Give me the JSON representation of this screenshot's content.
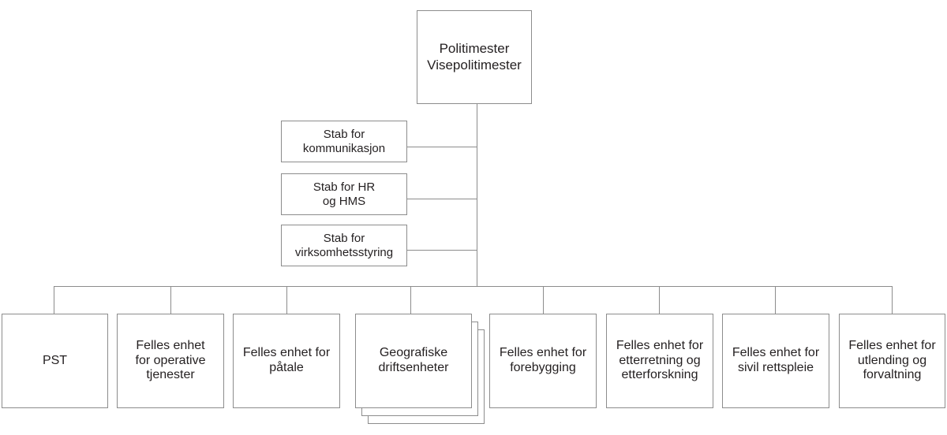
{
  "chart_title": "",
  "colors": {
    "box_border": "#8c8c8c",
    "connector": "#8c8c8c",
    "text": "#231f20",
    "background": "#ffffff"
  },
  "top": {
    "label": "Politimester\nVisepolitimester"
  },
  "staff": {
    "items": [
      {
        "label": "Stab for\nkommunikasjon"
      },
      {
        "label": "Stab for HR\nog HMS"
      },
      {
        "label": "Stab for\nvirksomhetsstyring"
      }
    ]
  },
  "units": {
    "items": [
      {
        "label": "PST",
        "stacked": false
      },
      {
        "label": "Felles enhet\nfor operative\ntjenester",
        "stacked": false
      },
      {
        "label": "Felles enhet for\npåtale",
        "stacked": false
      },
      {
        "label": "Geografiske\ndriftsenheter",
        "stacked": true
      },
      {
        "label": "Felles enhet for\nforebygging",
        "stacked": false
      },
      {
        "label": "Felles enhet for\netterretning og\netterforskning",
        "stacked": false
      },
      {
        "label": "Felles enhet for\nsivil rettspleie",
        "stacked": false
      },
      {
        "label": "Felles enhet for\nutlending og\nforvaltning",
        "stacked": false
      }
    ]
  }
}
